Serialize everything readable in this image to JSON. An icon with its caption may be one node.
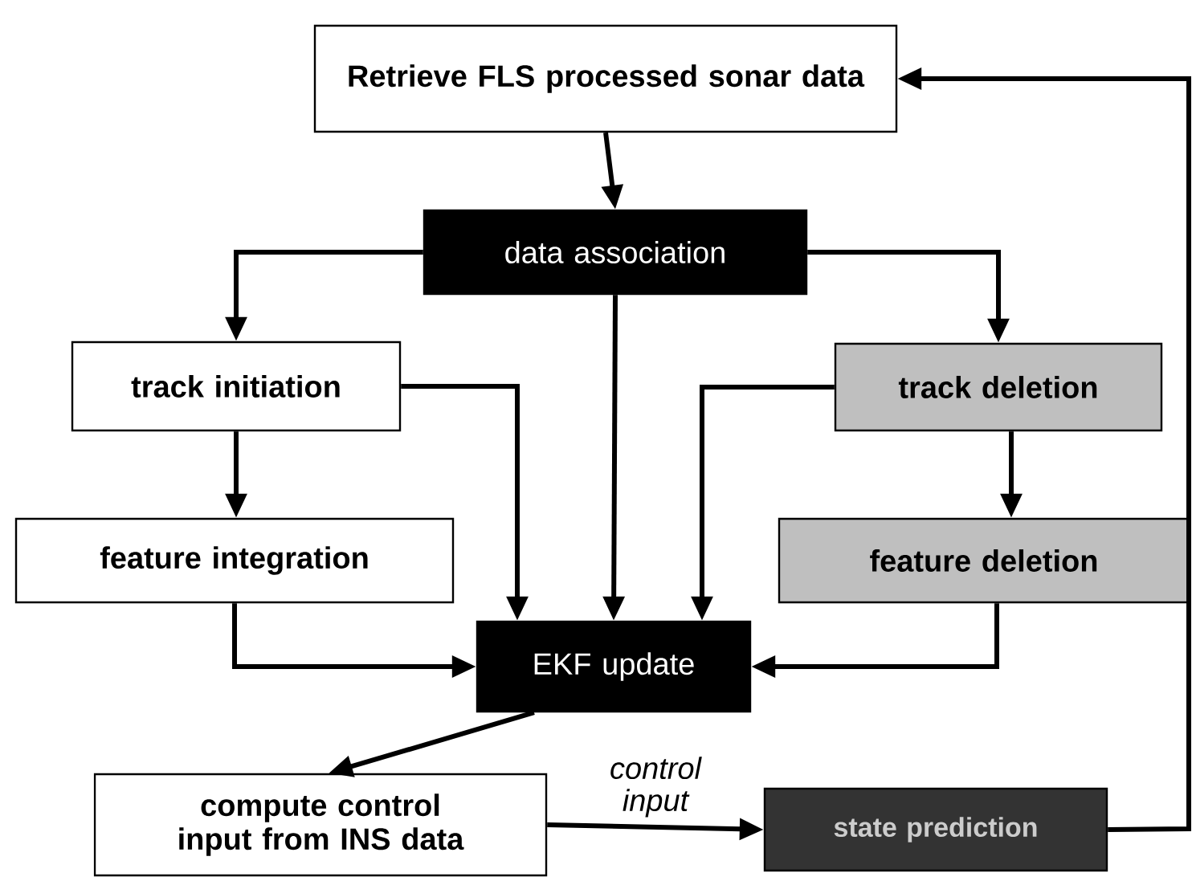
{
  "diagram": {
    "nodes": [
      {
        "text": [
          "Retrieve FLS processed sonar data"
        ]
      },
      {
        "text": [
          "data association"
        ]
      },
      {
        "text": [
          "track initiation"
        ]
      },
      {
        "text": [
          "track deletion"
        ]
      },
      {
        "text": [
          "feature integration"
        ]
      },
      {
        "text": [
          "feature deletion"
        ]
      },
      {
        "text": [
          "EKF update"
        ]
      },
      {
        "text": [
          "compute control input from INS data"
        ]
      },
      {
        "text": [
          "state prediction"
        ]
      }
    ],
    "edges": [
      {
        "from": 0,
        "to": 1,
        "arrow": "to"
      },
      {
        "from": 1,
        "to": 2,
        "arrow": "to"
      },
      {
        "from": 1,
        "to": 3,
        "arrow": "to"
      },
      {
        "from": 1,
        "to": 6,
        "arrow": "to"
      },
      {
        "from": 2,
        "to": 4,
        "arrow": "to"
      },
      {
        "from": 2,
        "to": 6,
        "arrow": "to"
      },
      {
        "from": 3,
        "to": 5,
        "arrow": "to"
      },
      {
        "from": 3,
        "to": 6,
        "arrow": "to"
      },
      {
        "from": 4,
        "to": 6,
        "arrow": "to"
      },
      {
        "from": 5,
        "to": 6,
        "arrow": "to"
      },
      {
        "from": 6,
        "to": 7,
        "arrow": "to"
      },
      {
        "from": 7,
        "to": 8,
        "arrow": "to",
        "label": "control input"
      },
      {
        "from": 8,
        "to": 0,
        "arrow": "to"
      }
    ]
  }
}
